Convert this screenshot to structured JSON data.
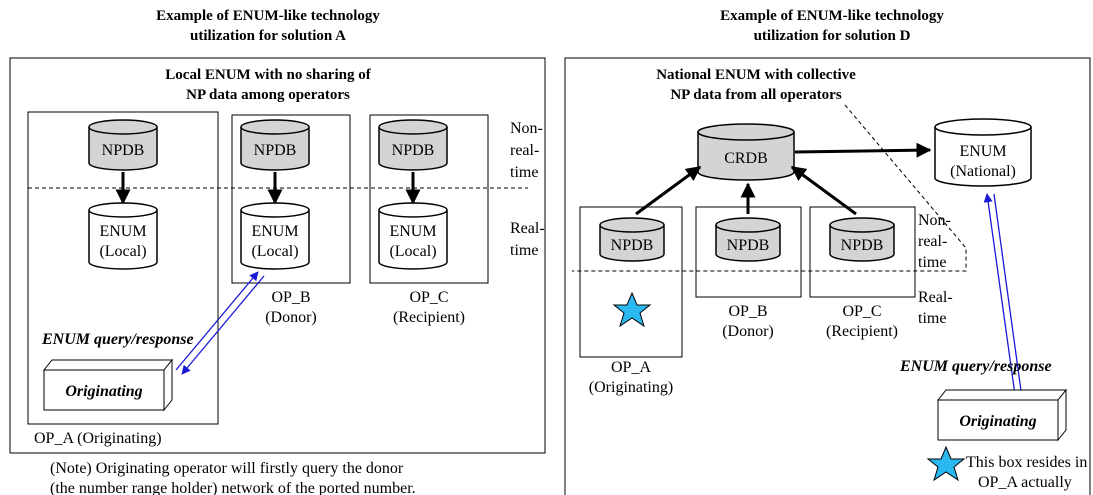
{
  "panel_a": {
    "title_line1": "Example of ENUM-like technology",
    "title_line2": "utilization for solution A",
    "subtitle_line1": "Local ENUM with no sharing of",
    "subtitle_line2": "NP data among operators",
    "nonrealtime_label": [
      "Non-",
      "real-",
      "time"
    ],
    "realtime_label": [
      "Real-",
      "time"
    ],
    "npdb": "NPDB",
    "enum_line1": "ENUM",
    "enum_line2": "(Local)",
    "op_b_line1": "OP_B",
    "op_b_line2": "(Donor)",
    "op_c_line1": "OP_C",
    "op_c_line2": "(Recipient)",
    "query_label": "ENUM query/response",
    "originating": "Originating",
    "op_a": "OP_A (Originating)",
    "note_line1": "(Note) Originating operator will firstly query the donor",
    "note_line2": "(the number range holder) network of the ported number."
  },
  "panel_d": {
    "title_line1": "Example of ENUM-like technology",
    "title_line2": "utilization for solution D",
    "subtitle_line1": "National ENUM with collective",
    "subtitle_line2": "NP data from all operators",
    "crdb": "CRDB",
    "enum_line1": "ENUM",
    "enum_line2": "(National)",
    "npdb": "NPDB",
    "nonrealtime_label": [
      "Non-",
      "real-",
      "time"
    ],
    "realtime_label": [
      "Real-",
      "time"
    ],
    "op_a_line1": "OP_A",
    "op_a_line2": "(Originating)",
    "op_b_line1": "OP_B",
    "op_b_line2": "(Donor)",
    "op_c_line1": "OP_C",
    "op_c_line2": "(Recipient)",
    "query_label": "ENUM query/response",
    "originating": "Originating",
    "star_note_line1": "This box resides in",
    "star_note_line2": "OP_A actually"
  },
  "colors": {
    "cylinder_gray": "#d4d4d4",
    "arrow_blue": "#1a1ad6",
    "star_fill": "#29b8f0"
  }
}
